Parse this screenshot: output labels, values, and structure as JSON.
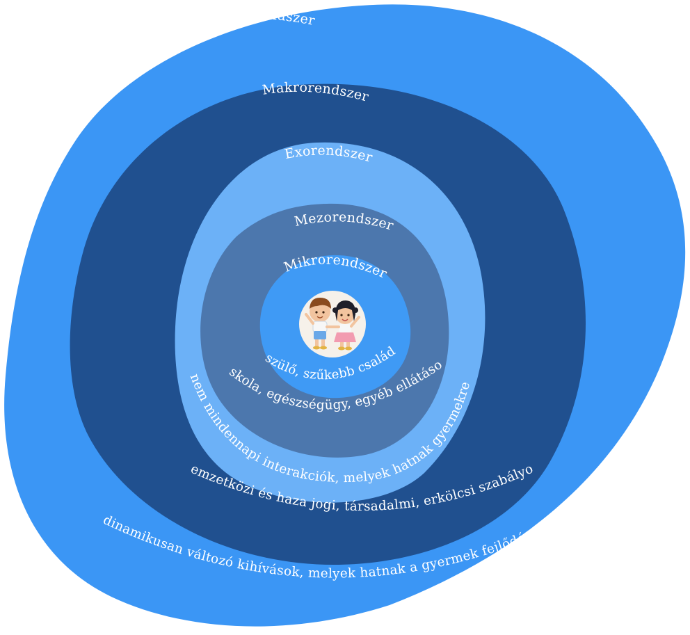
{
  "colors": {
    "kronorendszer": "#3b96f5",
    "makrorendszer": "#20508f",
    "exorendszer": "#6cb1f7",
    "mezorendszer": "#4c77ad",
    "mikrorendszer": "#3f9af5",
    "center": "#f6f1ea",
    "text": "#ffffff"
  },
  "layers": {
    "kronorendszer": {
      "title": "Kronorendszer",
      "description": "dinamikusan változó kihívások, melyek hatnak a gyermek fejlődésérel"
    },
    "makrorendszer": {
      "title": "Makrorendszer",
      "description": "nemzetközi és haza jogi, társadalmi, erkölcsi szabályok"
    },
    "exorendszer": {
      "title": "Exorendszer",
      "description": "nem mindennapi interakciók, melyek hatnak gyermekre"
    },
    "mezorendszer": {
      "title": "Mezorendszer",
      "description": "iskola, egészségügy, egyéb ellátások"
    },
    "mikrorendszer": {
      "title": "Mikrorendszer",
      "description": "szülő, szűkebb család"
    }
  },
  "center_icon": "children-holding-hands-icon"
}
